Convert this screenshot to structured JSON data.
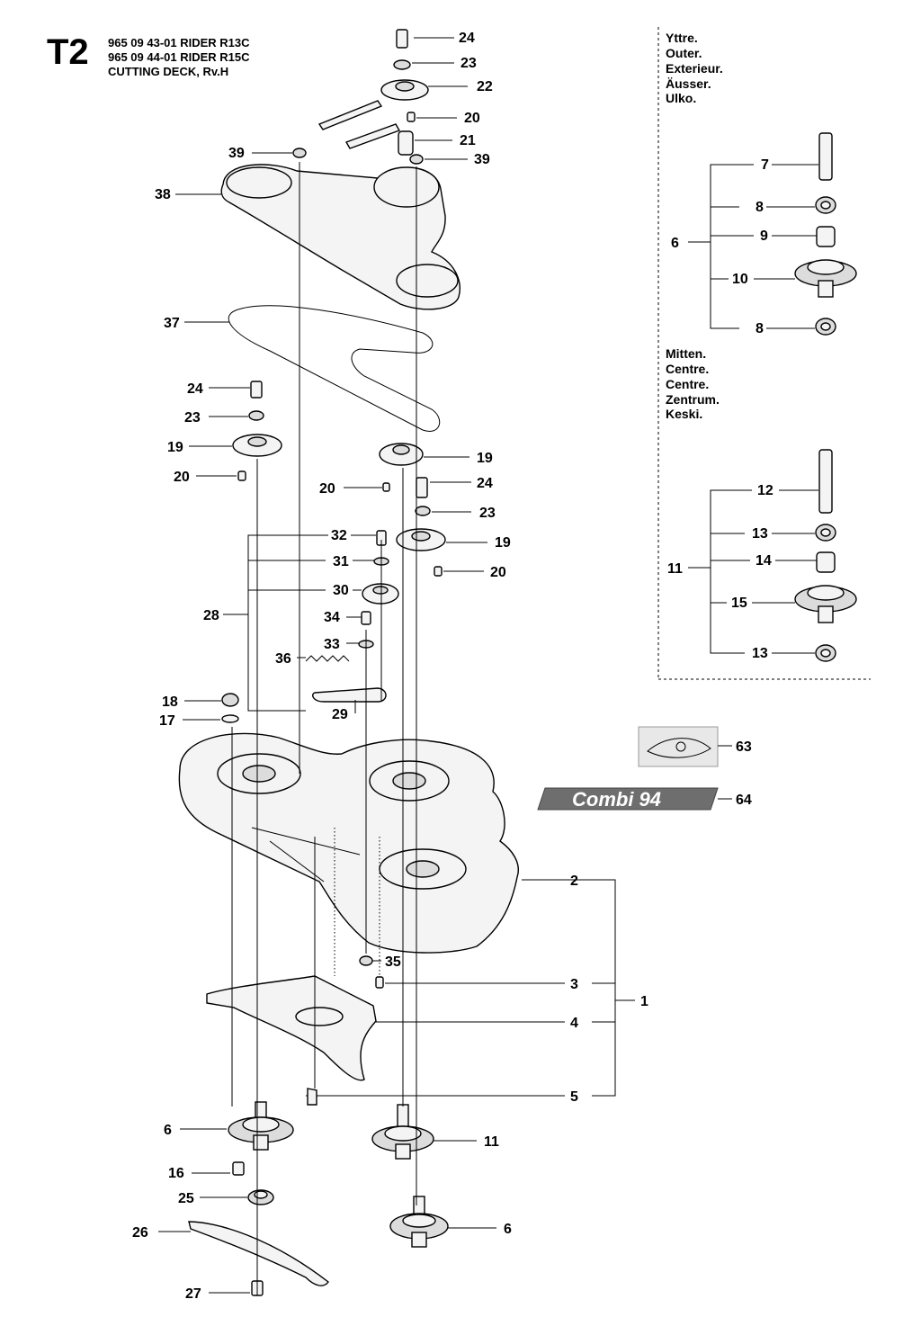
{
  "header": {
    "page_code": "T2",
    "lines": [
      "965 09 43-01 RIDER R13C",
      "965 09 44-01 RIDER R15C",
      "CUTTING DECK, Rv.H"
    ]
  },
  "inset": {
    "outer_labels": [
      "Yttre.",
      "Outer.",
      "Exterieur.",
      "Äusser.",
      "Ulko."
    ],
    "center_labels": [
      "Mitten.",
      "Centre.",
      "Centre.",
      "Zentrum.",
      "Keski."
    ],
    "outer_callouts": [
      "7",
      "8",
      "9",
      "10",
      "8",
      "6"
    ],
    "center_callouts": [
      "12",
      "13",
      "14",
      "15",
      "13",
      "11"
    ]
  },
  "combi_label": "Combi 94",
  "callouts": {
    "c24a": "24",
    "c23a": "23",
    "c22": "22",
    "c20a": "20",
    "c21": "21",
    "c39a": "39",
    "c39b": "39",
    "c38": "38",
    "c37": "37",
    "c24b": "24",
    "c23b": "23",
    "c19a": "19",
    "c20b": "20",
    "c19b": "19",
    "c20c": "20",
    "c24c": "24",
    "c23c": "23",
    "c19c": "19",
    "c20d": "20",
    "c32": "32",
    "c31": "31",
    "c30": "30",
    "c28": "28",
    "c34": "34",
    "c33": "33",
    "c36": "36",
    "c18": "18",
    "c17": "17",
    "c29": "29",
    "c63": "63",
    "c64": "64",
    "c2": "2",
    "c3": "3",
    "c4": "4",
    "c5": "5",
    "c1": "1",
    "c35": "35",
    "c6a": "6",
    "c16": "16",
    "c25": "25",
    "c26": "26",
    "c27": "27",
    "c11": "11",
    "c6b": "6"
  }
}
